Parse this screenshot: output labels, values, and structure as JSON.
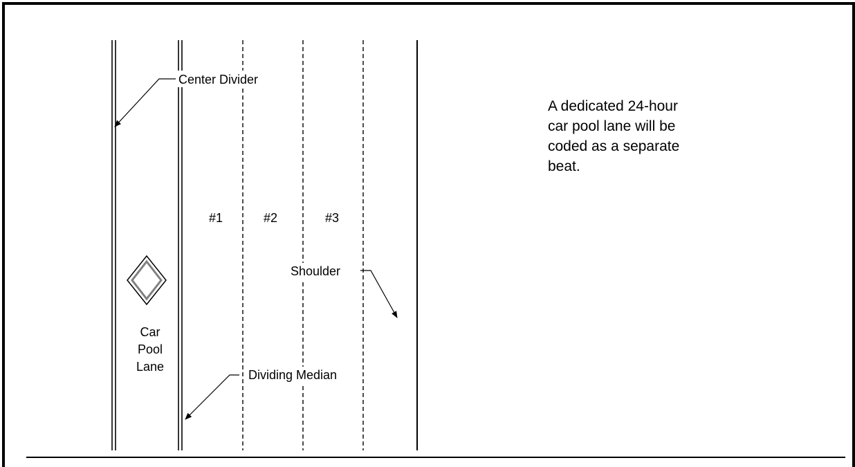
{
  "labels": {
    "center_divider": "Center Divider",
    "lane_1": "#1",
    "lane_2": "#2",
    "lane_3": "#3",
    "shoulder": "Shoulder",
    "car_pool_lane": [
      "Car",
      "Pool",
      "Lane"
    ],
    "dividing_median": "Dividing Median"
  },
  "note": {
    "lines": [
      "A dedicated 24-hour",
      "car pool lane will be",
      "coded as a separate",
      "beat."
    ]
  },
  "colors": {
    "line": "#000000",
    "diamond_inner": "#808080",
    "background": "#ffffff"
  },
  "icons": {
    "car_pool_symbol": "diamond-icon"
  }
}
